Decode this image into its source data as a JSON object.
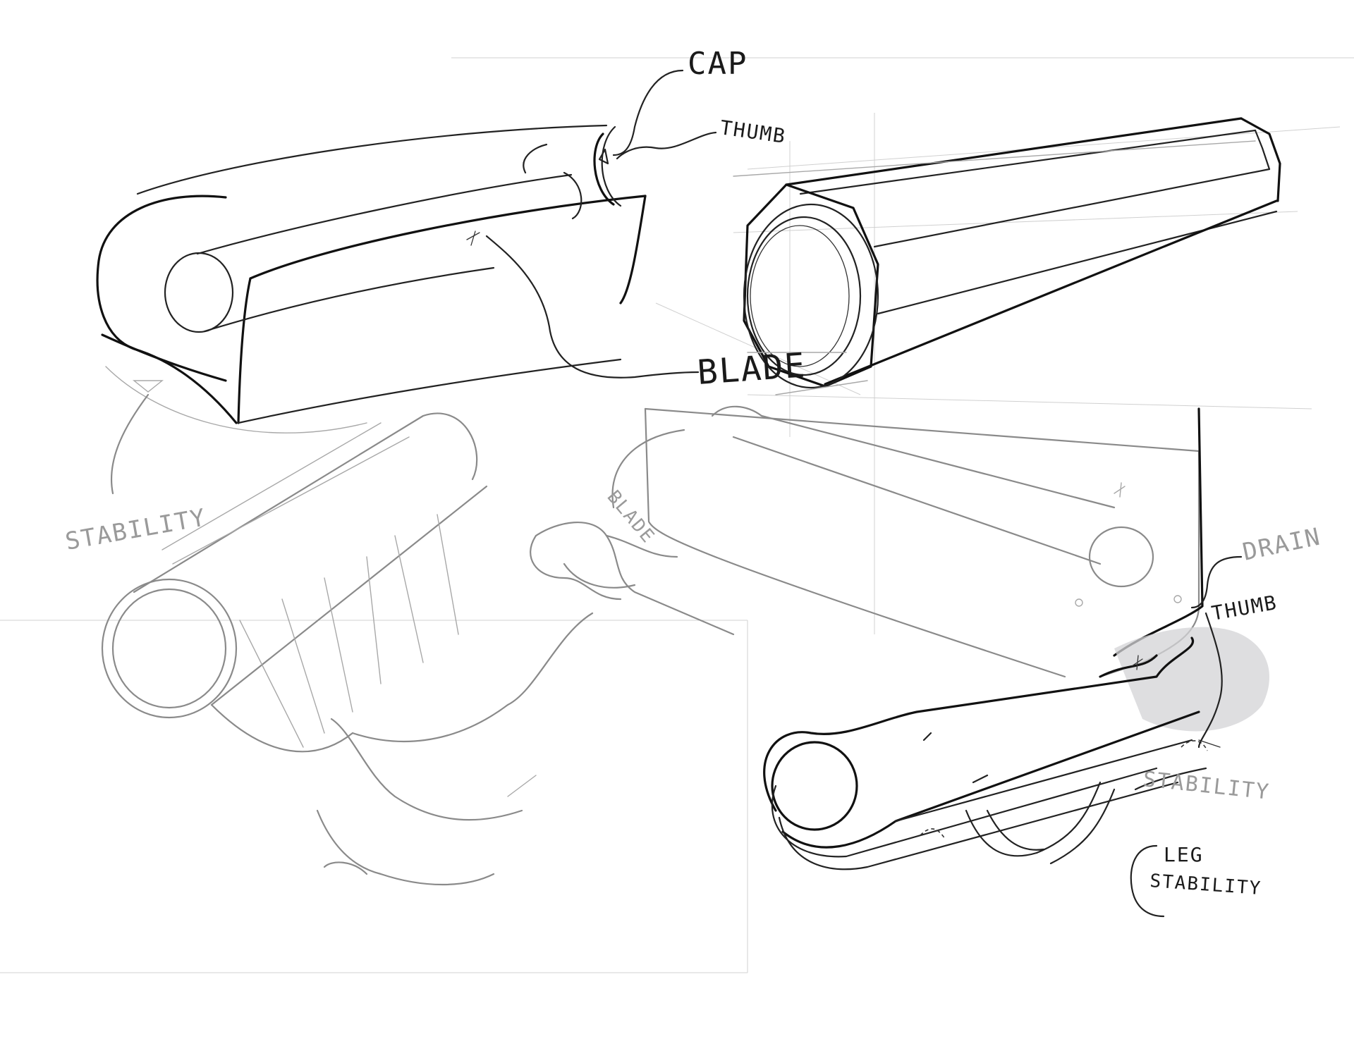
{
  "annotations": {
    "cap": "CAP",
    "thumb_top": "THUMB",
    "blade_main": "BLADE",
    "stability_left": "STABILITY",
    "blade_small": "BLADE",
    "drain": "DRAIN",
    "thumb_right": "THUMB",
    "stability_right": "STABILITY",
    "leg_stability_line1": "LEG",
    "leg_stability_line2": "STABILITY"
  },
  "colors": {
    "ink": "#1a1a1a",
    "pencil": "#8a8a8a",
    "marker_shadow": "#c9c9cc"
  }
}
